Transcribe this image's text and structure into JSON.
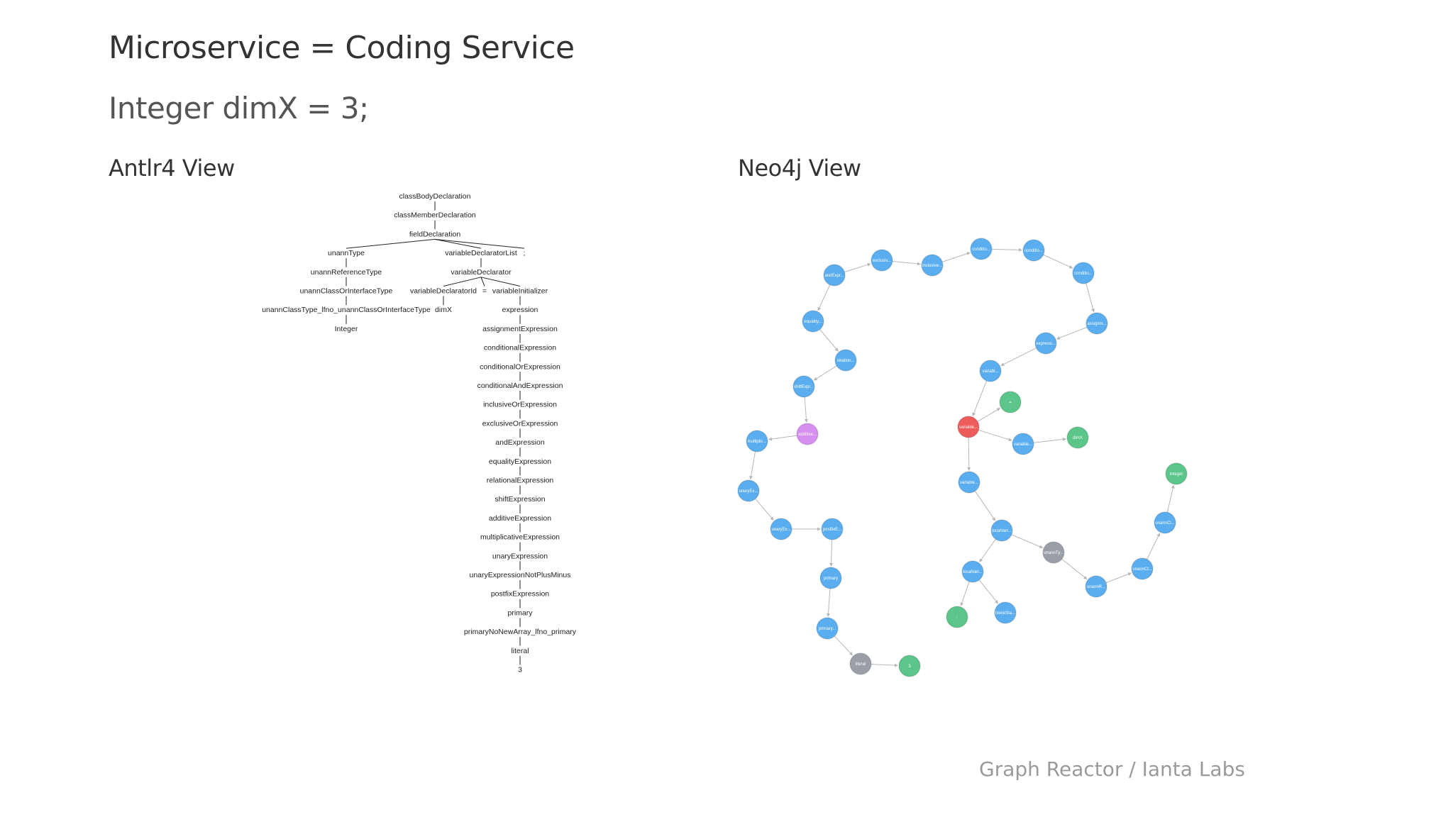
{
  "slide": {
    "title": "Microservice = Coding Service",
    "code_line": "Integer dimX = 3;",
    "antlr_heading": "Antlr4 View",
    "neo_heading": "Neo4j View",
    "footer": "Graph Reactor / Ianta Labs"
  },
  "colors": {
    "blue_node": "#5aaef0",
    "green_node": "#5cc58a",
    "red_node": "#ee5b5b",
    "gray_node": "#9a9ea6",
    "purple_node": "#d68ef0",
    "edge": "#b7b7b7"
  },
  "antlr_tree": {
    "root_chain": [
      "classBodyDeclaration",
      "classMemberDeclaration",
      "fieldDeclaration"
    ],
    "left_branch": [
      "unannType",
      "unannReferenceType",
      "unannClassOrInterfaceType",
      "unannClassType_lfno_unannClassOrInterfaceType",
      "Integer"
    ],
    "var_list": "variableDeclaratorList",
    "semicolon": ";",
    "var_declarator": "variableDeclarator",
    "var_id": "variableDeclaratorId",
    "var_id_child": "dimX",
    "equals": "=",
    "var_init_chain": [
      "variableInitializer",
      "expression",
      "assignmentExpression",
      "conditionalExpression",
      "conditionalOrExpression",
      "conditionalAndExpression",
      "inclusiveOrExpression",
      "exclusiveOrExpression",
      "andExpression",
      "equalityExpression",
      "relationalExpression",
      "shiftExpression",
      "additiveExpression",
      "multiplicativeExpression",
      "unaryExpression",
      "unaryExpressionNotPlusMinus",
      "postfixExpression",
      "primary",
      "primaryNoNewArray_lfno_primary",
      "literal",
      "3"
    ]
  },
  "neo_graph": {
    "nodes": [
      {
        "id": "n1",
        "label": "andExpr...",
        "color": "blue"
      },
      {
        "id": "n2",
        "label": "exclusiv...",
        "color": "blue"
      },
      {
        "id": "n3",
        "label": "inclusive...",
        "color": "blue"
      },
      {
        "id": "n4",
        "label": "conditio...",
        "color": "blue"
      },
      {
        "id": "n5",
        "label": "conditio...",
        "color": "blue"
      },
      {
        "id": "n6",
        "label": "conditio...",
        "color": "blue"
      },
      {
        "id": "n7",
        "label": "assignm...",
        "color": "blue"
      },
      {
        "id": "n8",
        "label": "expressi...",
        "color": "blue"
      },
      {
        "id": "n9",
        "label": "variabl...",
        "color": "blue"
      },
      {
        "id": "n10",
        "label": "equality...",
        "color": "blue"
      },
      {
        "id": "n11",
        "label": "relation...",
        "color": "blue"
      },
      {
        "id": "n12",
        "label": "shiftExpr...",
        "color": "blue"
      },
      {
        "id": "n13",
        "label": "additive...",
        "color": "purple"
      },
      {
        "id": "n14",
        "label": "multiplic...",
        "color": "blue"
      },
      {
        "id": "n15",
        "label": "unaryEx...",
        "color": "blue"
      },
      {
        "id": "n16",
        "label": "unaryEx...",
        "color": "blue"
      },
      {
        "id": "n17",
        "label": "postfixE...",
        "color": "blue"
      },
      {
        "id": "n18",
        "label": "primary",
        "color": "blue"
      },
      {
        "id": "n19",
        "label": "primary...",
        "color": "blue"
      },
      {
        "id": "n20",
        "label": "literal",
        "color": "gray"
      },
      {
        "id": "n21",
        "label": "3",
        "color": "green"
      },
      {
        "id": "n22",
        "label": "=",
        "color": "green"
      },
      {
        "id": "n23",
        "label": "variable...",
        "color": "red"
      },
      {
        "id": "n24",
        "label": "variable...",
        "color": "blue"
      },
      {
        "id": "n25",
        "label": "dimX",
        "color": "green"
      },
      {
        "id": "n26",
        "label": "variable...",
        "color": "blue"
      },
      {
        "id": "n27",
        "label": "localVari...",
        "color": "blue"
      },
      {
        "id": "n28",
        "label": "localVari...",
        "color": "blue"
      },
      {
        "id": "n29",
        "label": ";",
        "color": "green"
      },
      {
        "id": "n30",
        "label": "blockSta...",
        "color": "blue"
      },
      {
        "id": "n31",
        "label": "unannTy...",
        "color": "gray"
      },
      {
        "id": "n32",
        "label": "unannR...",
        "color": "blue"
      },
      {
        "id": "n33",
        "label": "unannCl...",
        "color": "blue"
      },
      {
        "id": "n34",
        "label": "unannCl...",
        "color": "blue"
      },
      {
        "id": "n35",
        "label": "Integer",
        "color": "green"
      }
    ]
  }
}
